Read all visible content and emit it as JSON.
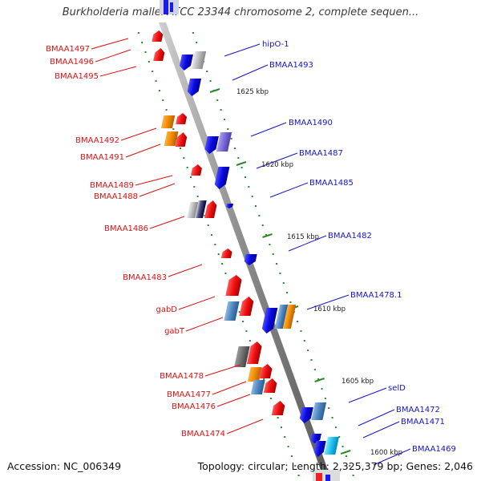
{
  "title": "Burkholderia mallei ATCC 23344 chromosome 2, complete sequen...",
  "footer": {
    "accession_prefix": "Accession:",
    "accession": "NC_006349",
    "topology": "Topology: circular; Length: 2,325,379 bp; Genes: 2,046"
  },
  "colors": {
    "backbone": "#888888",
    "left_strand": "#dd1111",
    "right_strand": "#1414c8",
    "dots": "#2a8a2a"
  },
  "scale_labels": [
    "1625 kbp",
    "1620 kbp",
    "1615 kbp",
    "1610 kbp",
    "1605 kbp",
    "1600 kbp"
  ],
  "left_labels": [
    "BMAA1497",
    "BMAA1496",
    "BMAA1495",
    "BMAA1492",
    "BMAA1491",
    "BMAA1489",
    "BMAA1488",
    "BMAA1486",
    "BMAA1483",
    "gabD",
    "gabT",
    "BMAA1478",
    "BMAA1477",
    "BMAA1476",
    "BMAA1474"
  ],
  "right_labels": [
    "hipO-1",
    "BMAA1493",
    "BMAA1490",
    "BMAA1487",
    "BMAA1485",
    "BMAA1482",
    "BMAA1478.1",
    "selD",
    "BMAA1472",
    "BMAA1471",
    "BMAA1469"
  ]
}
